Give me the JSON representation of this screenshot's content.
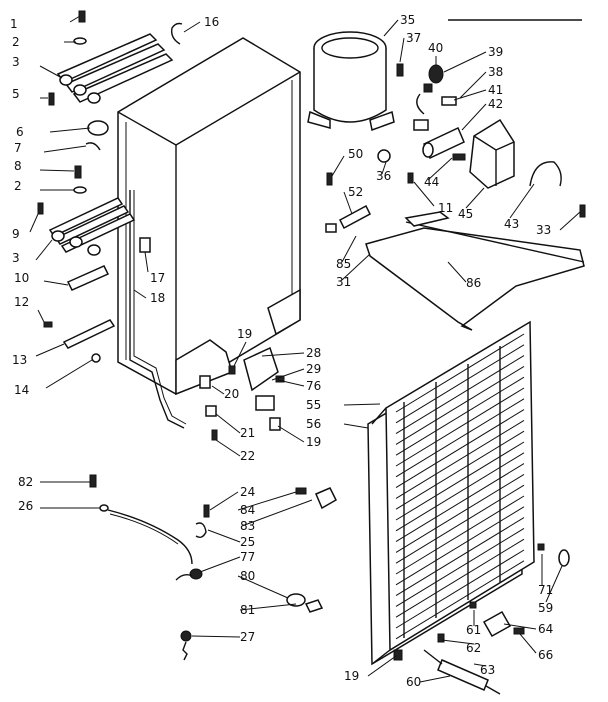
{
  "diagram": {
    "labels": [
      "1",
      "2",
      "3",
      "5",
      "6",
      "7",
      "8",
      "2",
      "9",
      "3",
      "10",
      "12",
      "13",
      "14",
      "16",
      "17",
      "18",
      "19",
      "28",
      "29",
      "76",
      "20",
      "21",
      "22",
      "19",
      "55",
      "56",
      "35",
      "37",
      "40",
      "39",
      "38",
      "41",
      "42",
      "36",
      "50",
      "52",
      "44",
      "11",
      "45",
      "43",
      "33",
      "85",
      "31",
      "86",
      "82",
      "26",
      "24",
      "84",
      "83",
      "25",
      "77",
      "80",
      "81",
      "27",
      "71",
      "59",
      "61",
      "64",
      "62",
      "66",
      "63",
      "60",
      "19"
    ]
  }
}
